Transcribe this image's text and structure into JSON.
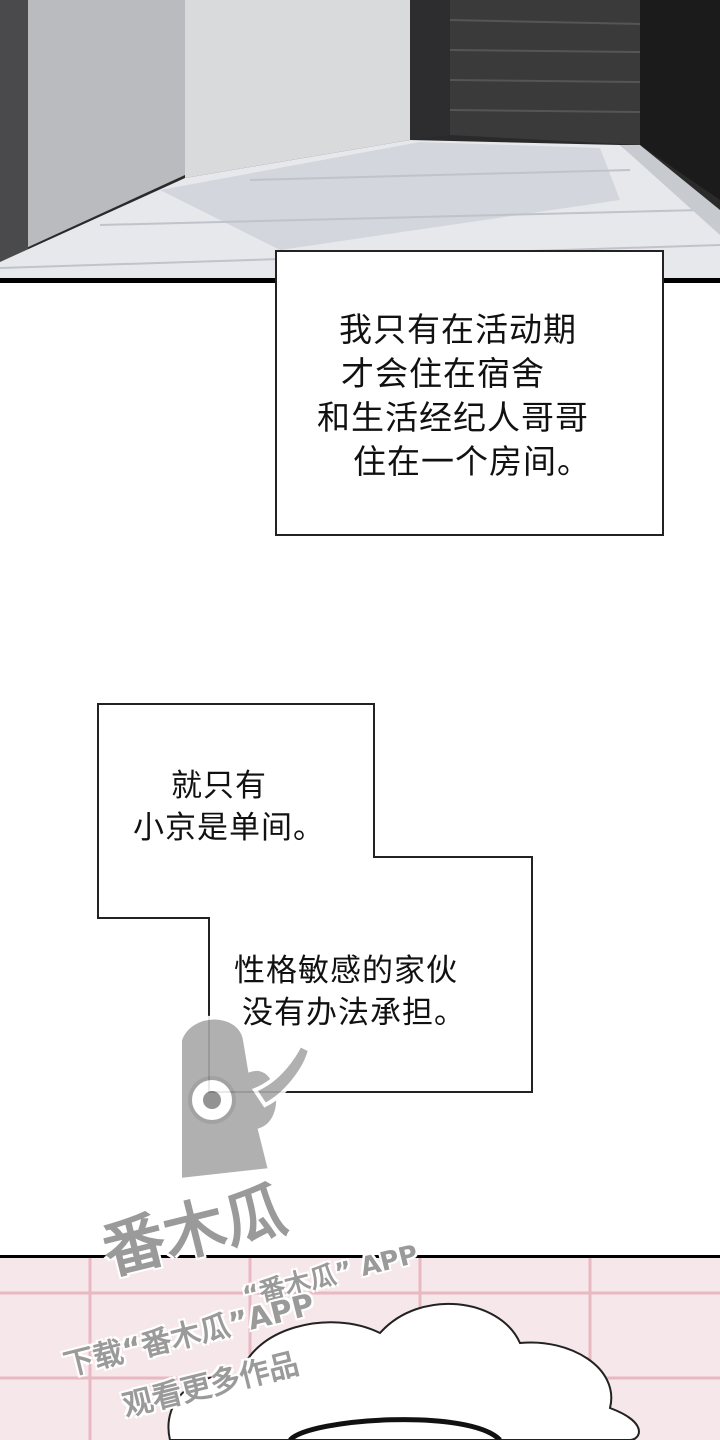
{
  "captions": {
    "box1": {
      "lines": [
        "我只有在活动期",
        "才会住在宿舍",
        "和生活经纪人哥哥",
        "住在一个房间。"
      ]
    },
    "box2": {
      "lines": [
        "就只有",
        "小京是单间。"
      ]
    },
    "box3": {
      "lines": [
        "性格敏感的家伙",
        "没有办法承担。"
      ]
    }
  },
  "watermark": {
    "logo_text": "番木瓜",
    "line1": "“番木瓜” APP",
    "line2": "下载“番木瓜”APP",
    "line3": "观看更多作品"
  },
  "colors": {
    "border": "#222222",
    "panel_bottom_bg": "#f6e8ea",
    "watermark_gray": "#9a9a9a"
  }
}
